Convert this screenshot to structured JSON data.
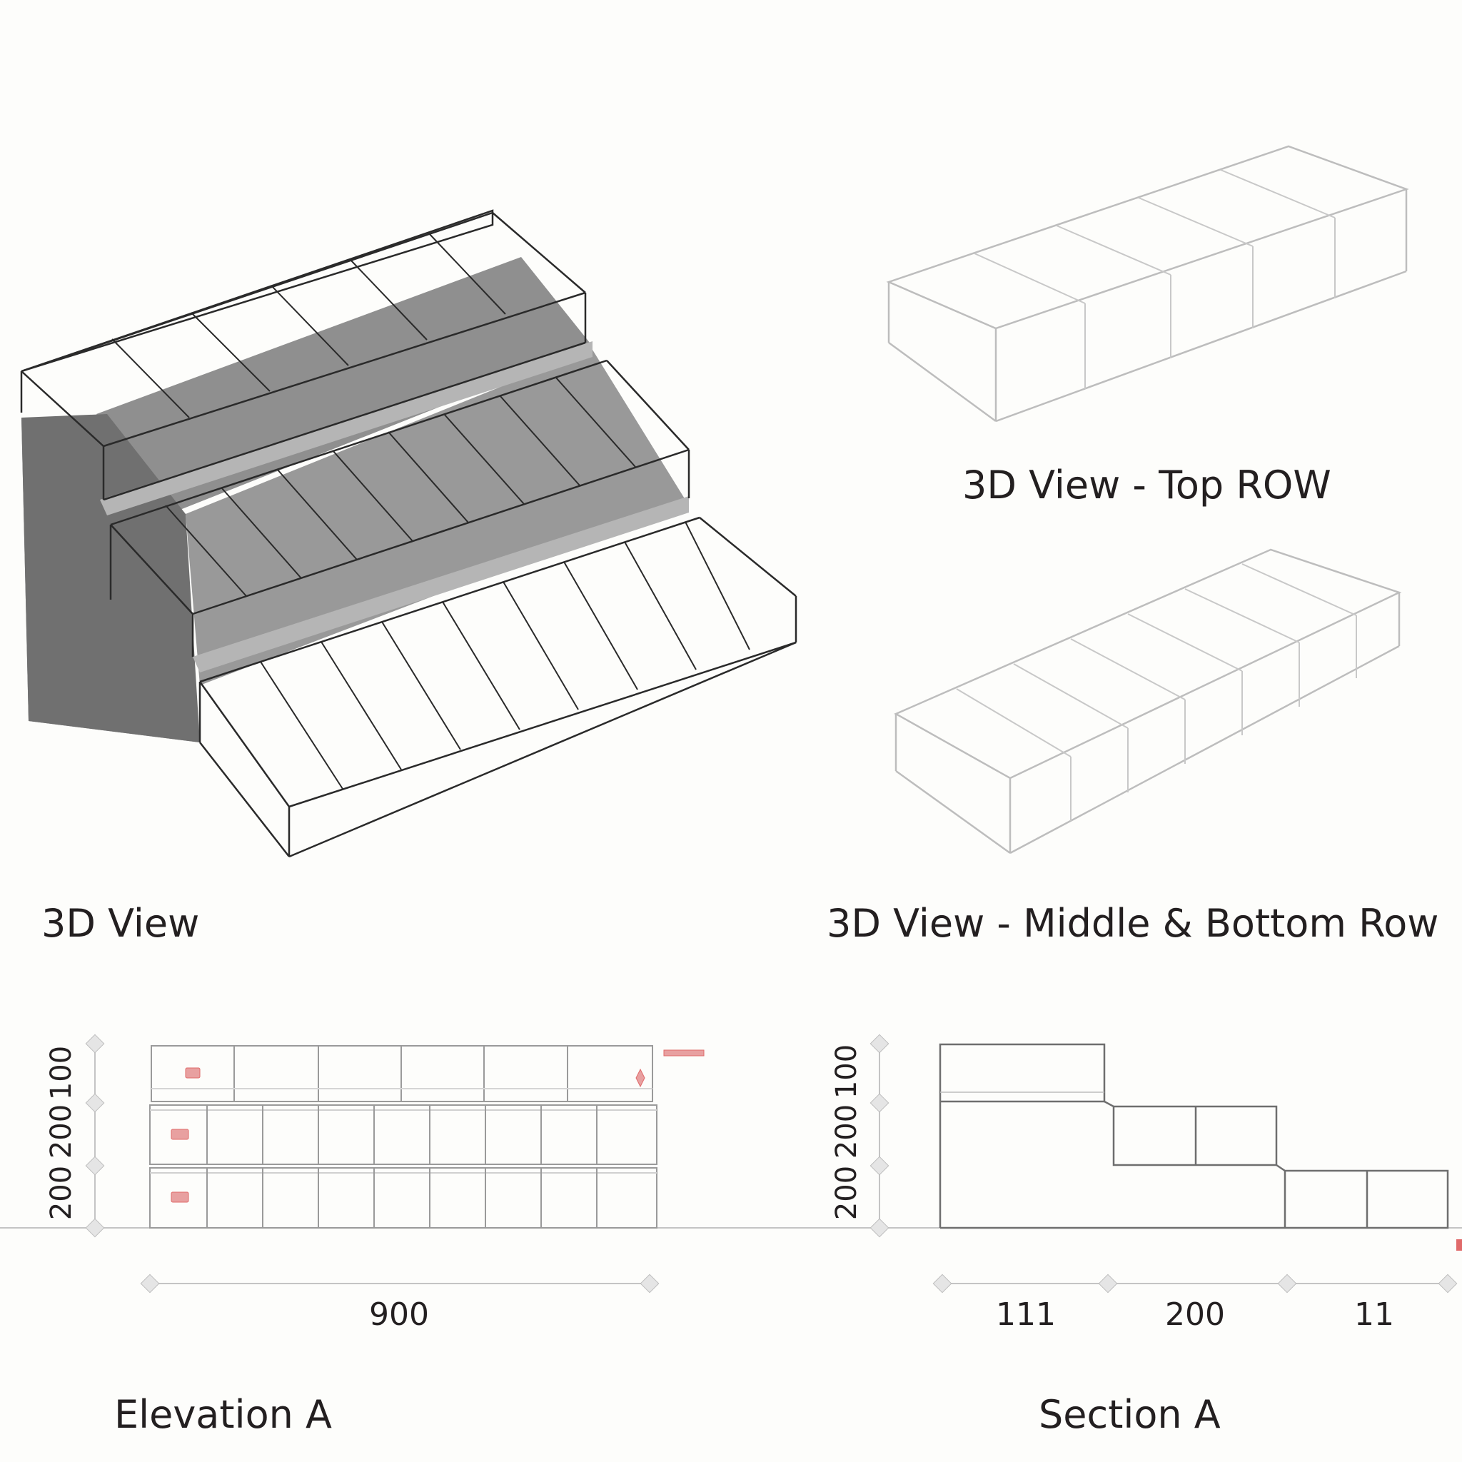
{
  "captions": {
    "view_3d": "3D View",
    "view_top_row": "3D View - Top ROW",
    "view_middle_bottom": "3D View - Middle & Bottom Row",
    "elevation": "Elevation A",
    "section": "Section A"
  },
  "elevation_dims": {
    "height_top": "100",
    "height_middle": "200",
    "height_bottom": "200",
    "width": "900"
  },
  "section_dims": {
    "height_top": "100",
    "height_middle": "200",
    "height_bottom": "200",
    "depth_1": "111",
    "depth_2": "200",
    "depth_3": "11"
  },
  "colors": {
    "line": "#2a2a2a",
    "light_line": "#bdbdbd",
    "riser_gray": "#7d7d7d",
    "accent_red": "#e06a6a"
  }
}
